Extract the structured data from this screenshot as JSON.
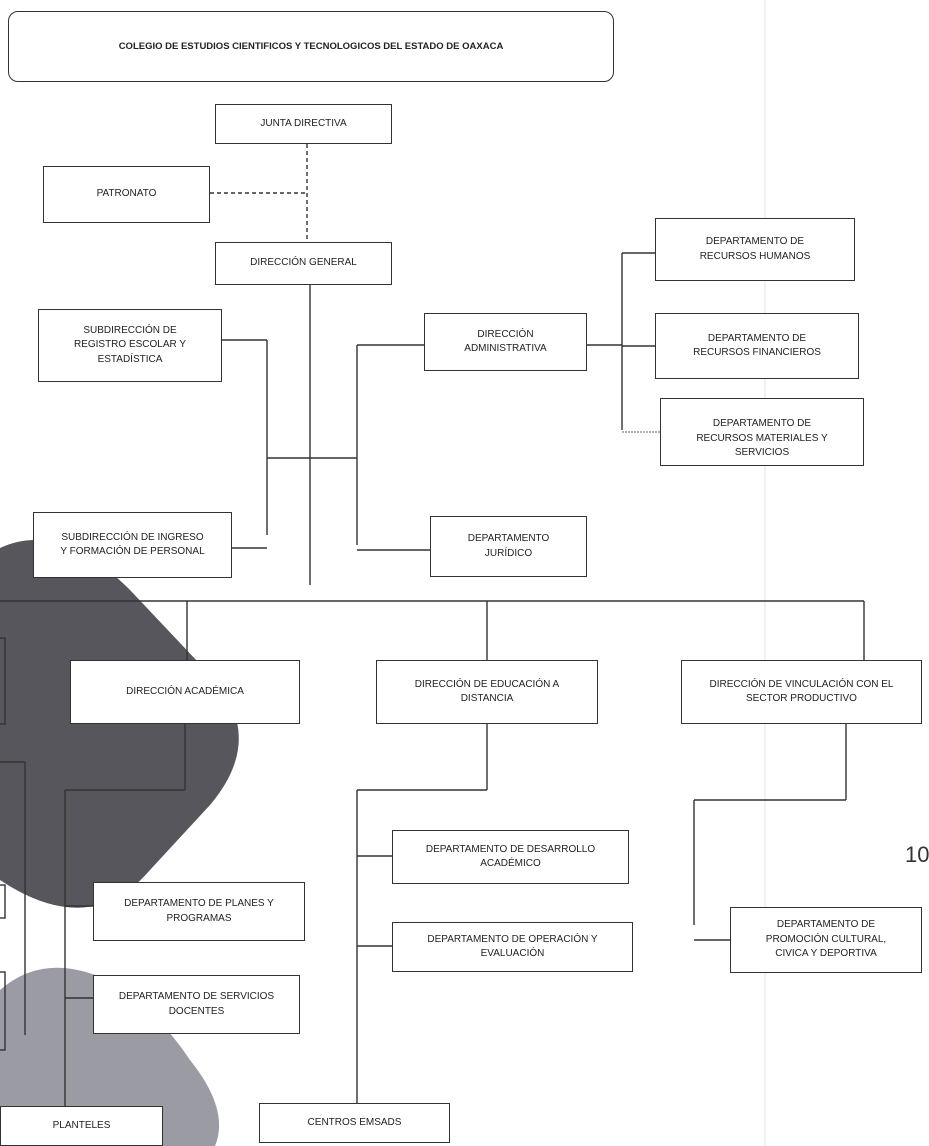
{
  "title": "COLEGIO DE ESTUDIOS CIENTIFICOS Y TECNOLOGICOS DEL ESTADO DE OAXACA",
  "boxes": {
    "junta": "JUNTA DIRECTIVA",
    "patronato": "PATRONATO",
    "direccion_general": "DIRECCIÓN GENERAL",
    "sub_registro": "SUBDIRECCIÓN DE\nREGISTRO ESCOLAR Y\nESTADÍSTICA",
    "dir_administrativa": "DIRECCIÓN\nADMINISTRATIVA",
    "dep_rh": "DEPARTAMENTO DE\nRECURSOS HUMANOS",
    "dep_rf": "DEPARTAMENTO DE\nRECURSOS FINANCIEROS",
    "dep_rm": "DEPARTAMENTO DE\nRECURSOS MATERIALES Y\nSERVICIOS",
    "sub_ingreso": "SUBDIRECCIÓN DE INGRESO\nY FORMACIÓN DE PERSONAL",
    "dep_juridico": "DEPARTAMENTO\nJURÍDICO",
    "dir_academica": "DIRECCIÓN ACADÉMICA",
    "dir_educacion": "DIRECCIÓN DE EDUCACIÓN A\nDISTANCIA",
    "dir_vinculacion": "DIRECCIÓN DE VINCULACIÓN CON EL\nSECTOR PRODUCTIVO",
    "dep_desarrollo": "DEPARTAMENTO DE DESARROLLO\nACADÉMICO",
    "dep_operacion": "DEPARTAMENTO DE OPERACIÓN Y\nEVALUACIÓN",
    "dep_promocion": "DEPARTAMENTO DE\nPROMOCIÓN CULTURAL,\nCIVICA Y DEPORTIVA",
    "dep_planes": "DEPARTAMENTO DE PLANES Y\nPROGRAMAS",
    "dep_servicios": "DEPARTAMENTO DE SERVICIOS\nDOCENTES",
    "planteles": "PLANTELES",
    "emsads": "CENTROS EMSADS"
  },
  "page_number": "10"
}
